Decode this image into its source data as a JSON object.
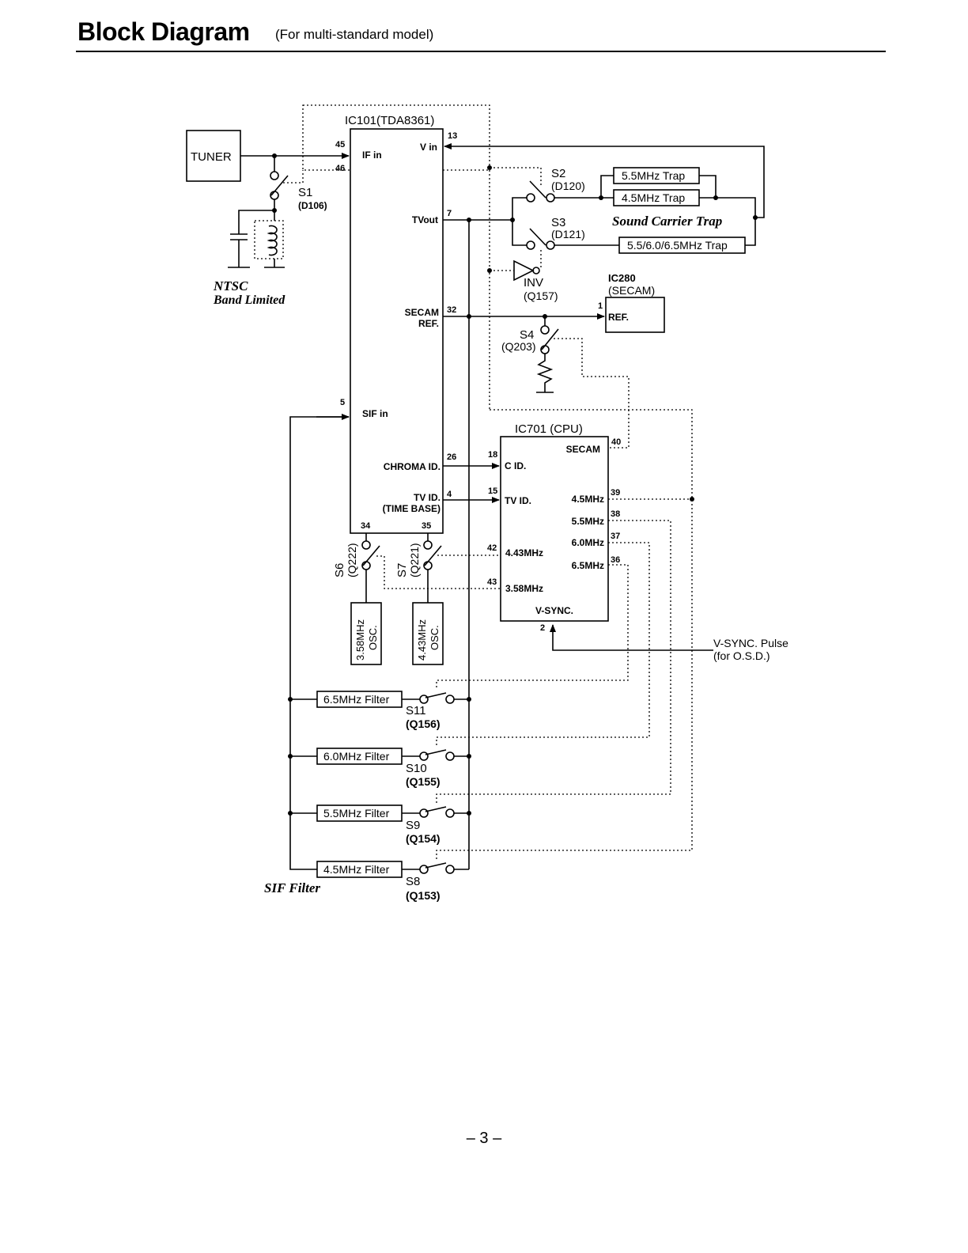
{
  "header": {
    "title": "Block Diagram",
    "subtitle": "(For multi-standard model)"
  },
  "diagram": {
    "ic101": {
      "title": "IC101(TDA8361)",
      "pins": {
        "if_in_a": "45",
        "if_in_b": "46",
        "v_in": "13",
        "tv_out": "7",
        "secam_ref": "32",
        "sif_in": "5",
        "chroma_id": "26",
        "tv_id": "4",
        "p34": "34",
        "p35": "35"
      },
      "labels": {
        "if_in": "IF in",
        "v_in": "V in",
        "tv_out": "TVout",
        "secam": "SECAM",
        "ref": "REF.",
        "sif_in": "SIF in",
        "chroma_id": "CHROMA ID.",
        "tv_id": "TV ID.",
        "time_base": "(TIME BASE)"
      }
    },
    "tuner": "TUNER",
    "s1": {
      "name": "S1",
      "part": "(D106)"
    },
    "ntsc": {
      "line1": "NTSC",
      "line2": "Band Limited"
    },
    "s2": {
      "name": "S2",
      "part": "(D120)"
    },
    "s3": {
      "name": "S3",
      "part": "(D121)"
    },
    "traps": {
      "t55": "5.5MHz Trap",
      "t45": "4.5MHz Trap",
      "t_multi": "5.5/6.0/6.5MHz Trap",
      "caption": "Sound Carrier Trap"
    },
    "inv": {
      "name": "INV",
      "part": "(Q157)"
    },
    "ic280": {
      "name": "IC280",
      "part": "(SECAM)",
      "pin": "1",
      "ref": "REF."
    },
    "s4": {
      "name": "S4",
      "part": "(Q203)"
    },
    "ic701": {
      "title": "IC701 (CPU)",
      "pins": {
        "secam": "40",
        "c_id": "18",
        "tv_id": "15",
        "p39": "39",
        "p38": "38",
        "p37": "37",
        "p36": "36",
        "p42": "42",
        "p43": "43",
        "vsync": "2"
      },
      "labels": {
        "secam": "SECAM",
        "c_id": "C ID.",
        "tv_id": "TV ID.",
        "f45": "4.5MHz",
        "f55": "5.5MHz",
        "f60": "6.0MHz",
        "f65": "6.5MHz",
        "f443": "4.43MHz",
        "f358": "3.58MHz",
        "vsync": "V-SYNC."
      }
    },
    "s6": {
      "name": "S6",
      "part": "(Q222)"
    },
    "s7": {
      "name": "S7",
      "part": "(Q221)"
    },
    "osc_358": {
      "freq": "3.58MHz",
      "osc": "OSC."
    },
    "osc_443": {
      "freq": "4.43MHz",
      "osc": "OSC."
    },
    "vsync_pulse": {
      "line1": "V-SYNC. Pulse",
      "line2": "(for O.S.D.)"
    },
    "sif_filters": [
      {
        "filter": "6.5MHz Filter",
        "switch": "S11",
        "part": "(Q156)"
      },
      {
        "filter": "6.0MHz Filter",
        "switch": "S10",
        "part": "(Q155)"
      },
      {
        "filter": "5.5MHz Filter",
        "switch": "S9",
        "part": "(Q154)"
      },
      {
        "filter": "4.5MHz Filter",
        "switch": "S8",
        "part": "(Q153)"
      }
    ],
    "sif_caption": "SIF Filter"
  },
  "footer": {
    "page_number": "– 3 –"
  }
}
